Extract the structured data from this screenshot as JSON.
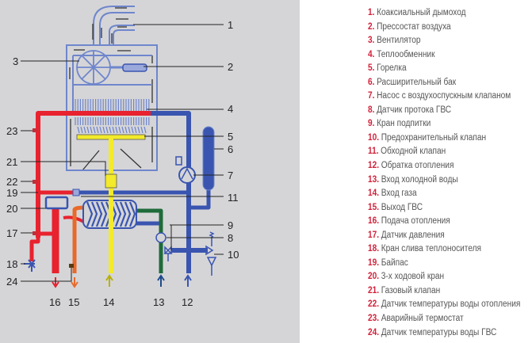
{
  "colors": {
    "hot": "#e8222e",
    "cold": "#3a55b0",
    "gas": "#f2ea2a",
    "cold_water": "#1e6b3a",
    "dhw": "#e86a2a",
    "casing": "#6f86cc"
  },
  "callouts": [
    "1",
    "2",
    "3",
    "4",
    "5",
    "6",
    "7",
    "8",
    "9",
    "10",
    "11",
    "12",
    "13",
    "14",
    "15",
    "16",
    "17",
    "18",
    "19",
    "20",
    "21",
    "22",
    "23",
    "24"
  ],
  "legend": [
    {
      "num": "1.",
      "text": "Коаксиальный дымоход"
    },
    {
      "num": "2.",
      "text": "Прессостат воздуха"
    },
    {
      "num": "3.",
      "text": "Вентилятор"
    },
    {
      "num": "4.",
      "text": "Теплообменник"
    },
    {
      "num": "5.",
      "text": "Горелка"
    },
    {
      "num": "6.",
      "text": "Расширительный бак"
    },
    {
      "num": "7.",
      "text": "Насос с воздухоспускным клапаном"
    },
    {
      "num": "8.",
      "text": "Датчик протока ГВС"
    },
    {
      "num": "9.",
      "text": "Кран подпитки"
    },
    {
      "num": "10.",
      "text": "Предохранительный клапан"
    },
    {
      "num": "11.",
      "text": "Обходной клапан"
    },
    {
      "num": "12.",
      "text": "Обратка отопления"
    },
    {
      "num": "13.",
      "text": "Вход холодной воды"
    },
    {
      "num": "14.",
      "text": "Вход газа"
    },
    {
      "num": "15.",
      "text": "Выход ГВС"
    },
    {
      "num": "16.",
      "text": "Подача  отопления"
    },
    {
      "num": "17.",
      "text": "Датчик давления"
    },
    {
      "num": "18.",
      "text": "Кран слива теплоносителя"
    },
    {
      "num": "19.",
      "text": "Байпас"
    },
    {
      "num": "20.",
      "text": "3-х ходовой кран"
    },
    {
      "num": "21.",
      "text": "Газовый клапан"
    },
    {
      "num": "22.",
      "text": "Датчик температуры воды отопления"
    },
    {
      "num": "23.",
      "text": "Аварийный термостат"
    },
    {
      "num": "24.",
      "text": "Датчик температуры воды ГВС"
    }
  ]
}
